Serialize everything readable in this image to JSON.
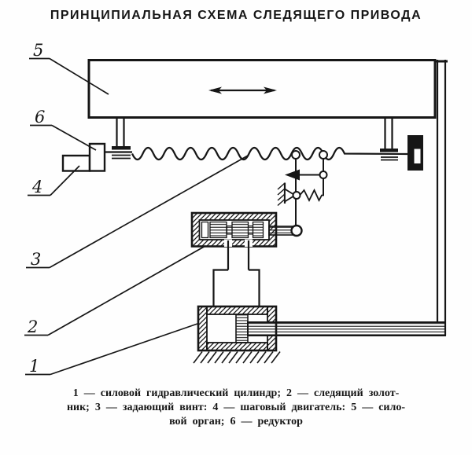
{
  "title": "ПРИНЦИПИАЛЬНАЯ СХЕМА СЛЕДЯЩЕГО ПРИВОДА",
  "caption": {
    "line1": "1 — силовой гидравлический цилиндр; 2 — следящий золот-",
    "line2": "ник; 3 — задающий винт: 4 — шаговый двигатель: 5 — сило-",
    "line3": "вой орган; 6 — редуктор"
  },
  "callouts": {
    "power_organ": "5",
    "reducer": "6",
    "stepper_motor": "4",
    "lead_screw": "3",
    "servo_valve": "2",
    "hydraulic_cylinder": "1"
  },
  "colors": {
    "ink": "#161616",
    "paper": "#fefefe"
  }
}
